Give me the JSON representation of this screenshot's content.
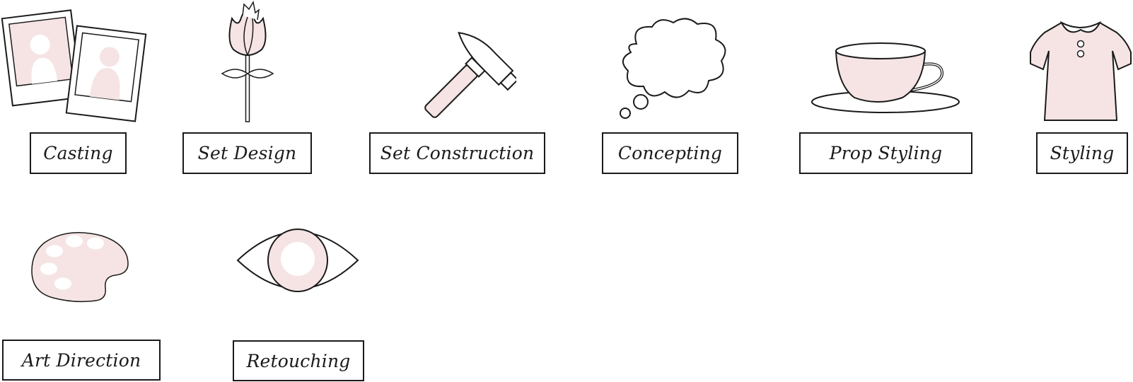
{
  "colors": {
    "outline": "#1a1a1a",
    "fill_pink": "#f6e4e4",
    "background": "#ffffff"
  },
  "services": [
    {
      "label": "Casting",
      "icon": "polaroid-photos-icon"
    },
    {
      "label": "Set Design",
      "icon": "rose-icon"
    },
    {
      "label": "Set Construction",
      "icon": "hammer-icon"
    },
    {
      "label": "Concepting",
      "icon": "thought-bubble-icon"
    },
    {
      "label": "Prop Styling",
      "icon": "teacup-icon"
    },
    {
      "label": "Styling",
      "icon": "dress-icon"
    },
    {
      "label": "Art Direction",
      "icon": "paint-palette-icon"
    },
    {
      "label": "Retouching",
      "icon": "eye-icon"
    }
  ]
}
